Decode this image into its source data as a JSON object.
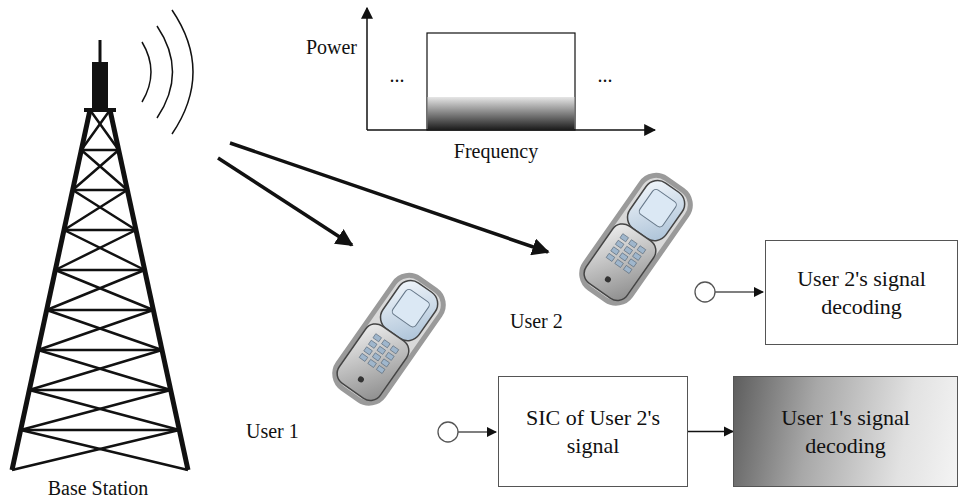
{
  "diagram": {
    "nodes": [
      {
        "text": [
          "User 2's signal decoding"
        ]
      },
      {
        "text": [
          "SIC of User 2's signal"
        ]
      },
      {
        "text": [
          "User 1's signal decoding"
        ]
      }
    ],
    "edges": [
      {
        "from": 1,
        "to": 2,
        "arrow": "to"
      }
    ],
    "labels": [
      "Power",
      "...",
      "...",
      "Frequency",
      "User 2",
      "User 1",
      "Base Station"
    ]
  }
}
